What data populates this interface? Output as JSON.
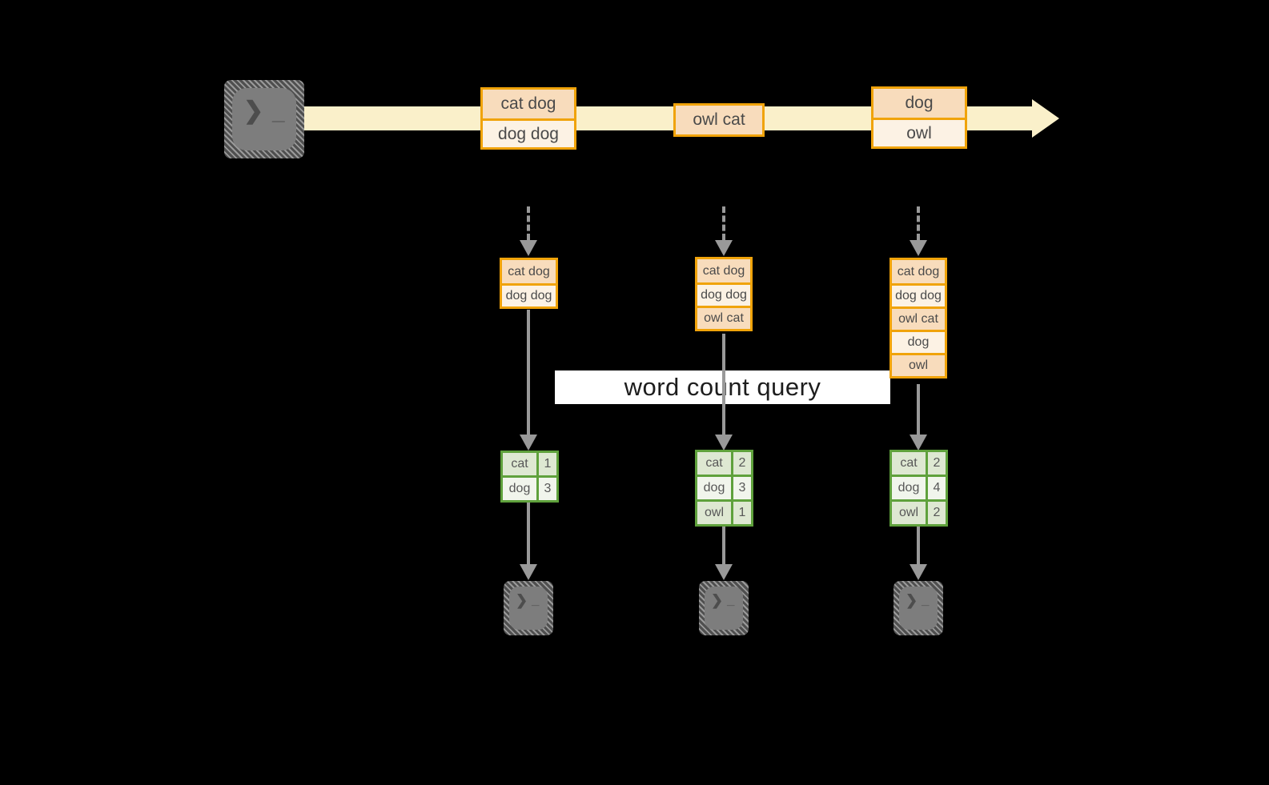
{
  "diagram": {
    "query_label": "word count query",
    "icons": {
      "terminal_chevron": "❯",
      "terminal_underscore": "_"
    },
    "stream_messages": [
      {
        "cells": [
          "cat dog",
          "dog dog"
        ]
      },
      {
        "cells": [
          "owl cat"
        ]
      },
      {
        "cells": [
          "dog",
          "owl"
        ]
      }
    ],
    "state_buffers": [
      {
        "cells": [
          "cat dog",
          "dog dog"
        ]
      },
      {
        "cells": [
          "cat dog",
          "dog dog",
          "owl cat"
        ]
      },
      {
        "cells": [
          "cat dog",
          "dog dog",
          "owl cat",
          "dog",
          "owl"
        ]
      }
    ],
    "count_tables": [
      {
        "rows": [
          {
            "word": "cat",
            "count": "1"
          },
          {
            "word": "dog",
            "count": "3"
          }
        ]
      },
      {
        "rows": [
          {
            "word": "cat",
            "count": "2"
          },
          {
            "word": "dog",
            "count": "3"
          },
          {
            "word": "owl",
            "count": "1"
          }
        ]
      },
      {
        "rows": [
          {
            "word": "cat",
            "count": "2"
          },
          {
            "word": "dog",
            "count": "4"
          },
          {
            "word": "owl",
            "count": "2"
          }
        ]
      }
    ],
    "colors": {
      "background": "#000000",
      "stream_band": "#FAF0CA",
      "orange_border": "#F0A30A",
      "cell_peach": "#F8DCBC",
      "cell_cream": "#FCF2E4",
      "green_border": "#5FA13C",
      "green_row_dark": "#DEE8D2",
      "green_row_light": "#F1F5EC",
      "arrow_gray": "#999999",
      "terminal_gray": "#7D7D7D"
    }
  }
}
